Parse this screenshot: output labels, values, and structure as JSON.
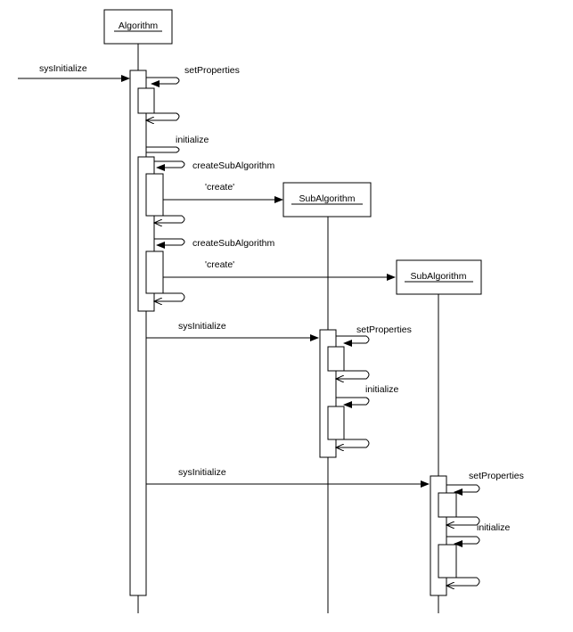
{
  "objects": {
    "algorithm": {
      "label": "Algorithm"
    },
    "sub1": {
      "label": "SubAlgorithm"
    },
    "sub2": {
      "label": "SubAlgorithm"
    }
  },
  "messages": {
    "sys_init_main": "sysInitialize",
    "set_props_main": "setProperties",
    "initialize_main": "initialize",
    "create_sub_1": "createSubAlgorithm",
    "create_1": "'create'",
    "create_sub_2": "createSubAlgorithm",
    "create_2": "'create'",
    "sys_init_sub1": "sysInitialize",
    "set_props_sub1": "setProperties",
    "initialize_sub1": "initialize",
    "sys_init_sub2": "sysInitialize",
    "set_props_sub2": "setProperties",
    "initialize_sub2": "initialize"
  }
}
